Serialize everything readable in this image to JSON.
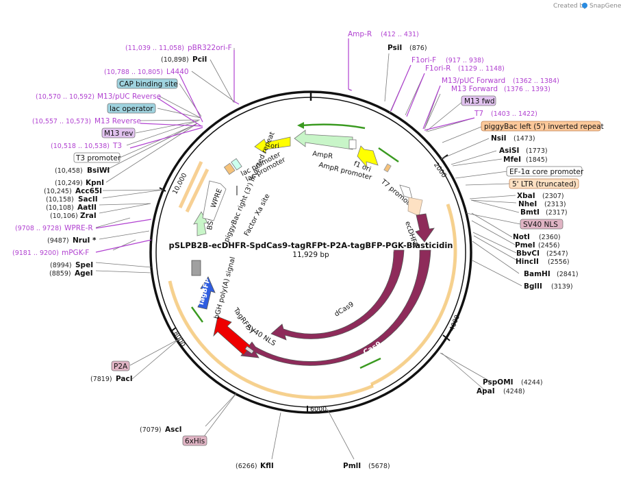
{
  "plasmid": {
    "name": "pSLPB2B-ecDHFR-SpdCas9-tagRFPt-P2A-tagBFP-PGK-Blasticidin",
    "length": "11,929 bp",
    "credit": "Created by",
    "brand": "SnapGene"
  },
  "ticks": [
    "2000",
    "4000",
    "6000",
    "8000",
    "10,000"
  ],
  "enzymes": [
    {
      "name": "PsiI",
      "pos": "(876)"
    },
    {
      "name": "NsiI",
      "pos": "(1473)"
    },
    {
      "name": "AsiSI",
      "pos": "(1773)"
    },
    {
      "name": "MfeI",
      "pos": "(1845)"
    },
    {
      "name": "XbaI",
      "pos": "(2307)"
    },
    {
      "name": "NheI",
      "pos": "(2313)"
    },
    {
      "name": "BmtI",
      "pos": "(2317)"
    },
    {
      "name": "NotI",
      "pos": "(2360)"
    },
    {
      "name": "PmeI",
      "pos": "(2456)"
    },
    {
      "name": "BbvCI",
      "pos": "(2547)"
    },
    {
      "name": "HincII",
      "pos": "(2556)"
    },
    {
      "name": "BamHI",
      "pos": "(2841)"
    },
    {
      "name": "BglII",
      "pos": "(3139)"
    },
    {
      "name": "PspOMI",
      "pos": "(4244)"
    },
    {
      "name": "ApaI",
      "pos": "(4248)"
    },
    {
      "name": "PmlI",
      "pos": "(5678)"
    },
    {
      "name": "KflI",
      "pos": "(6266)"
    },
    {
      "name": "AscI",
      "pos": "(7079)"
    },
    {
      "name": "PacI",
      "pos": "(7819)"
    },
    {
      "name": "AgeI",
      "pos": "(8859)"
    },
    {
      "name": "SpeI",
      "pos": "(8994)"
    },
    {
      "name": "NruI *",
      "pos": "(9487)"
    },
    {
      "name": "ZraI",
      "pos": "(10,106)"
    },
    {
      "name": "AatII",
      "pos": "(10,108)"
    },
    {
      "name": "SacII",
      "pos": "(10,158)"
    },
    {
      "name": "Acc65I",
      "pos": "(10,245)"
    },
    {
      "name": "KpnI",
      "pos": "(10,249)"
    },
    {
      "name": "BsiWI",
      "pos": "(10,458)"
    },
    {
      "name": "PciI",
      "pos": "(10,898)"
    }
  ],
  "primers": [
    {
      "name": "Amp-R",
      "pos": "(412 .. 431)"
    },
    {
      "name": "F1ori-F",
      "pos": "(917 .. 938)"
    },
    {
      "name": "F1ori-R",
      "pos": "(1129 .. 1148)"
    },
    {
      "name": "M13/pUC Forward",
      "pos": "(1362 .. 1384)"
    },
    {
      "name": "M13 Forward",
      "pos": "(1376 .. 1393)"
    },
    {
      "name": "T7",
      "pos": "(1403 .. 1422)"
    },
    {
      "name": "pBR322ori-F",
      "pos": "(11,039 .. 11,058)"
    },
    {
      "name": "L4440",
      "pos": "(10,788 .. 10,805)"
    },
    {
      "name": "M13/pUC Reverse",
      "pos": "(10,570 .. 10,592)"
    },
    {
      "name": "M13 Reverse",
      "pos": "(10,557 .. 10,573)"
    },
    {
      "name": "T3",
      "pos": "(10,518 .. 10,538)"
    },
    {
      "name": "WPRE-R",
      "pos": "(9708 .. 9728)"
    },
    {
      "name": "mPGK-F",
      "pos": "(9181 .. 9200)"
    }
  ],
  "boxes": [
    {
      "name": "CAP binding site"
    },
    {
      "name": "lac operator"
    },
    {
      "name": "M13 rev"
    },
    {
      "name": "T3 promoter"
    },
    {
      "name": "M13 fwd"
    },
    {
      "name": "piggyBac left (5') inverted repeat"
    },
    {
      "name": "EF-1α core promoter"
    },
    {
      "name": "5' LTR (truncated)"
    },
    {
      "name": "SV40 NLS"
    },
    {
      "name": "P2A"
    },
    {
      "name": "6xHis"
    }
  ],
  "features": {
    "ori": "ori",
    "ampr": "AmpR",
    "f1ori": "f1 ori",
    "lacpromoter_in": "lac promoter",
    "lacpromoter": "lac promoter",
    "pbright": "piggyBac right (3') inverted repeat",
    "amprpromoter": "AmpR promoter",
    "t7promoter": "T7 promoter",
    "ecdhfr": "ecDHFR",
    "wpre": "WPRE",
    "bsd": "BSD",
    "factorxa": "Factor Xa site",
    "bgh": "bGH poly(A) signal",
    "tagbfp": "TagBFP",
    "tagrfp": "TagRFP-T",
    "sv40nls": "SV40 NLS",
    "dcas9": "dCas9",
    "cas9": "Cas9"
  },
  "colors": {
    "cas9": "#8e2b5a",
    "tagrfp": "#ee0000",
    "tagbfp": "#2f5de0",
    "ori": "#ffff00",
    "ampr": "#c8f5c8",
    "bsd": "#c8f5c8",
    "primer": "#b040d0",
    "orange": "#f5c27a"
  }
}
